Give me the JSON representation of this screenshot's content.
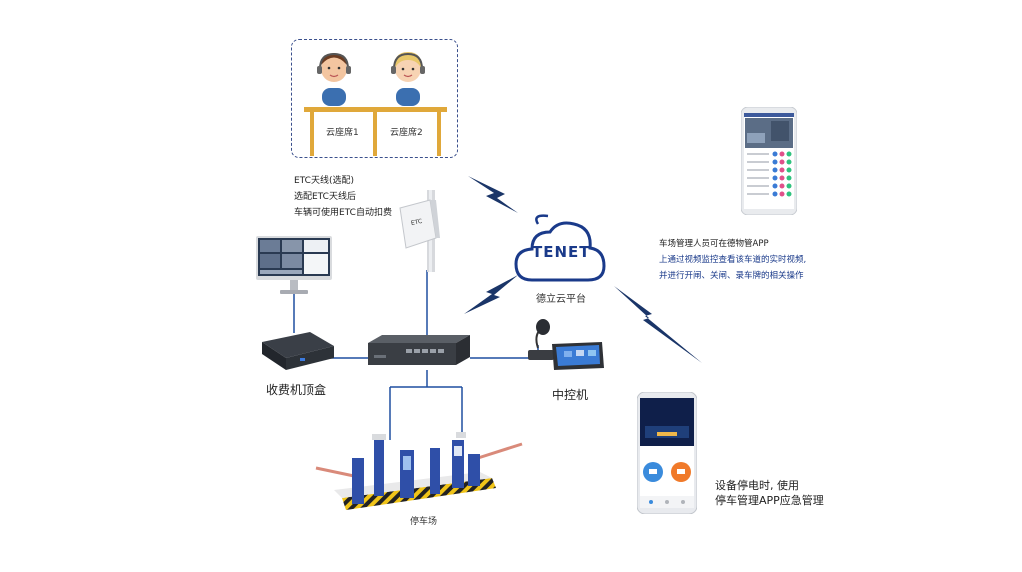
{
  "agents": {
    "seat1_label": "云座席1",
    "seat2_label": "云座席2"
  },
  "etc_note": {
    "line1": "ETC天线(选配)",
    "line2": "选配ETC天线后",
    "line3": "车辆可使用ETC自动扣费"
  },
  "etc_antenna": {
    "device_text": "ETC"
  },
  "cloud": {
    "logo_text": "TENET",
    "label": "德立云平台"
  },
  "app_note": {
    "line1": "车场管理人员可在德物管APP",
    "line2": "上通过视频监控查看该车道的实时视频,",
    "line3": "并进行开闸、关闸、录车牌的相关操作"
  },
  "devices": {
    "toll_box_label": "收费机顶盒",
    "controller_label": "中控机",
    "parking_label": "停车场"
  },
  "emergency_note": {
    "line1": "设备停电时, 使用",
    "line2": "停车管理APP应急管理"
  },
  "colors": {
    "wire": "#1f4fa0",
    "lightning": "#1a3568",
    "accent_blue": "#1a3a8a",
    "desk": "#e0a83a"
  }
}
